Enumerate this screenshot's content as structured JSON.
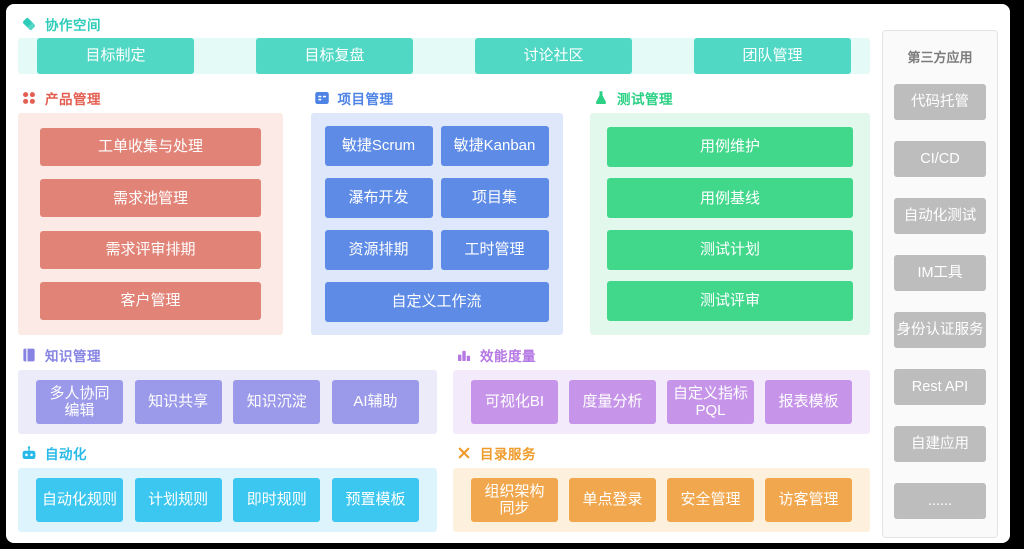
{
  "colors": {
    "frame_bg": "#000000",
    "canvas_bg": "#ffffff",
    "collab_accent": "#2fccba",
    "collab_button": "#50d8c5",
    "collab_band": "#e3faf6",
    "product_accent": "#e25f51",
    "product_button": "#e28377",
    "product_panel": "#fbeae6",
    "project_accent": "#4e83e6",
    "project_button": "#5d8be6",
    "project_panel": "#dfe8fa",
    "test_accent": "#2bd184",
    "test_button": "#41d88c",
    "test_panel": "#e2f8ec",
    "knowledge_accent": "#8683e3",
    "knowledge_button": "#9b99e9",
    "knowledge_panel": "#ecebfa",
    "efficiency_accent": "#b577e3",
    "efficiency_button": "#c695e9",
    "efficiency_panel": "#f3eafb",
    "automation_accent": "#27b9e8",
    "automation_button": "#3bc7ef",
    "automation_panel": "#def4fc",
    "directory_accent": "#ef9c2e",
    "directory_button": "#f1a74d",
    "directory_panel": "#fdf1dd",
    "thirdparty_button": "#bdbdbd",
    "thirdparty_panel": "#fafafa"
  },
  "collaboration": {
    "title": "协作空间",
    "icon": "handshake-icon",
    "buttons": [
      "目标制定",
      "目标复盘",
      "讨论社区",
      "团队管理"
    ]
  },
  "product": {
    "title": "产品管理",
    "icon": "dots-grid-icon",
    "buttons": [
      "工单收集与处理",
      "需求池管理",
      "需求评审排期",
      "客户管理"
    ]
  },
  "project": {
    "title": "项目管理",
    "icon": "kanban-board-icon",
    "buttons": [
      "敏捷Scrum",
      "敏捷Kanban",
      "瀑布开发",
      "项目集",
      "资源排期",
      "工时管理",
      "自定义工作流"
    ]
  },
  "test": {
    "title": "测试管理",
    "icon": "flask-icon",
    "buttons": [
      "用例维护",
      "用例基线",
      "测试计划",
      "测试评审"
    ]
  },
  "knowledge": {
    "title": "知识管理",
    "icon": "book-icon",
    "buttons": [
      "多人协同\n编辑",
      "知识共享",
      "知识沉淀",
      "AI辅助"
    ]
  },
  "efficiency": {
    "title": "效能度量",
    "icon": "bar-chart-icon",
    "buttons": [
      "可视化BI",
      "度量分析",
      "自定义指标\nPQL",
      "报表模板"
    ]
  },
  "automation": {
    "title": "自动化",
    "icon": "robot-icon",
    "buttons": [
      "自动化规则",
      "计划规则",
      "即时规则",
      "预置模板"
    ]
  },
  "directory": {
    "title": "目录服务",
    "icon": "tools-icon",
    "buttons": [
      "组织架构\n同步",
      "单点登录",
      "安全管理",
      "访客管理"
    ]
  },
  "thirdparty": {
    "title": "第三方应用",
    "buttons": [
      "代码托管",
      "CI/CD",
      "自动化测试",
      "IM工具",
      "身份认证服务",
      "Rest API",
      "自建应用",
      "......"
    ]
  }
}
